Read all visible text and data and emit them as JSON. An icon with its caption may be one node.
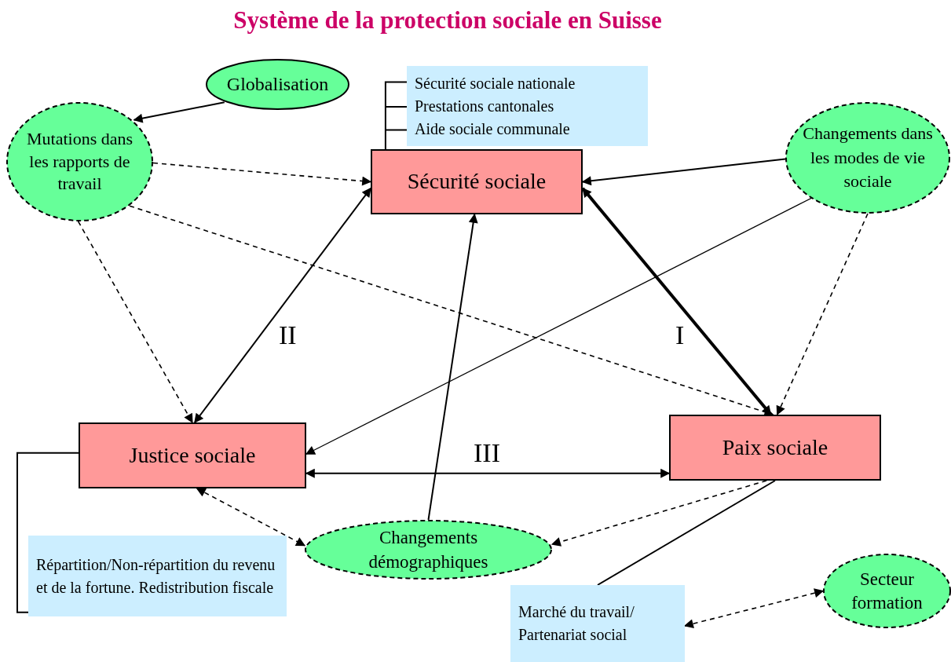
{
  "diagram": {
    "title": "Système de la protection sociale en Suisse",
    "nodes": [
      {
        "text": [
          "Globalisation"
        ]
      },
      {
        "text": [
          "Mutations dans les rapports de travail"
        ]
      },
      {
        "text": [
          "Sécurité sociale"
        ]
      },
      {
        "text": [
          "Sécurité sociale nationale",
          "Prestations cantonales",
          "Aide sociale communale"
        ]
      },
      {
        "text": [
          "Changements dans les modes de vie sociale"
        ]
      },
      {
        "text": [
          "Justice sociale"
        ]
      },
      {
        "text": [
          "Paix sociale"
        ]
      },
      {
        "text": [
          "Changements démographiques"
        ]
      },
      {
        "text": [
          "Répartition/Non-répartition du revenu et de la fortune. Redistribution fiscale"
        ]
      },
      {
        "text": [
          "Marché du travail/ Partenariat social"
        ]
      },
      {
        "text": [
          "Secteur formation"
        ]
      }
    ],
    "edges": [
      {
        "from": 0,
        "to": 1,
        "arrow": "to"
      },
      {
        "from": 1,
        "to": 2,
        "arrow": "to",
        "style": "dashed"
      },
      {
        "from": 1,
        "to": 6,
        "arrow": "to",
        "style": "dashed"
      },
      {
        "from": 1,
        "to": 5,
        "arrow": "to",
        "style": "dashed"
      },
      {
        "from": 4,
        "to": 2,
        "arrow": "to"
      },
      {
        "from": 4,
        "to": 5,
        "arrow": "to"
      },
      {
        "from": 4,
        "to": 6,
        "arrow": "to",
        "style": "dashed"
      },
      {
        "from": 2,
        "to": 5,
        "arrow": "both"
      },
      {
        "from": 2,
        "to": 6,
        "arrow": "both",
        "style": "thick"
      },
      {
        "from": 7,
        "to": 2,
        "arrow": "to"
      },
      {
        "from": 5,
        "to": 6,
        "arrow": "both"
      },
      {
        "from": 5,
        "to": 7,
        "arrow": "both",
        "style": "dashed"
      },
      {
        "from": 6,
        "to": 7,
        "arrow": "to",
        "style": "dashed"
      },
      {
        "from": 6,
        "to": 9,
        "arrow": "none"
      },
      {
        "from": 9,
        "to": 10,
        "arrow": "both",
        "style": "dashed"
      },
      {
        "from": 5,
        "to": 8,
        "arrow": "none"
      },
      {
        "from": 2,
        "to": 3,
        "arrow": "none"
      }
    ],
    "labels": [
      "II",
      "I",
      "III"
    ]
  }
}
